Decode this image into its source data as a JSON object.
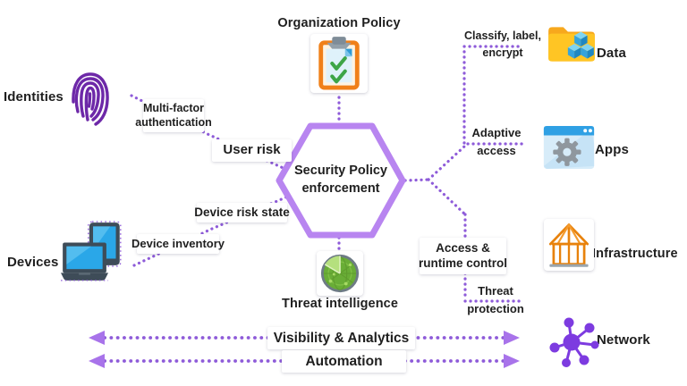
{
  "title_center": {
    "line1": "Security Policy",
    "line2": "enforcement"
  },
  "nodes": {
    "identities": {
      "label": "Identities",
      "icon": "fingerprint-icon"
    },
    "devices": {
      "label": "Devices",
      "icon": "laptop-tablet-icon"
    },
    "organization_policy": {
      "label": "Organization Policy",
      "icon": "clipboard-checklist-icon"
    },
    "threat_intelligence": {
      "label": "Threat intelligence",
      "icon": "radar-globe-icon"
    },
    "data": {
      "label": "Data",
      "icon": "folder-cubes-icon"
    },
    "apps": {
      "label": "Apps",
      "icon": "app-window-gear-icon"
    },
    "infrastructure": {
      "label": "Infrastructure",
      "icon": "house-frame-icon"
    },
    "network": {
      "label": "Network",
      "icon": "network-nodes-icon"
    }
  },
  "connections": {
    "multi_factor": {
      "line1": "Multi-factor",
      "line2": "authentication"
    },
    "user_risk": {
      "label": "User risk"
    },
    "device_risk_state": {
      "label": "Device risk state"
    },
    "device_inventory": {
      "label": "Device inventory"
    },
    "classify_label_encrypt": {
      "line1": "Classify, label,",
      "line2": "encrypt"
    },
    "adaptive_access": {
      "line1": "Adaptive",
      "line2": "access"
    },
    "access_runtime": {
      "line1": "Access &",
      "line2": "runtime control"
    },
    "threat_protection": {
      "line1": "Threat",
      "line2": "protection"
    }
  },
  "bars": {
    "visibility": {
      "label": "Visibility & Analytics"
    },
    "automation": {
      "label": "Automation"
    }
  },
  "colors": {
    "line_purple": "#8E5BD9",
    "arrow_purple": "#A873EA",
    "hexagon_border": "#B885F0",
    "icon_purple": "#6D28A8",
    "network_purple": "#7D3BE0",
    "text": "#1F1F1F"
  }
}
